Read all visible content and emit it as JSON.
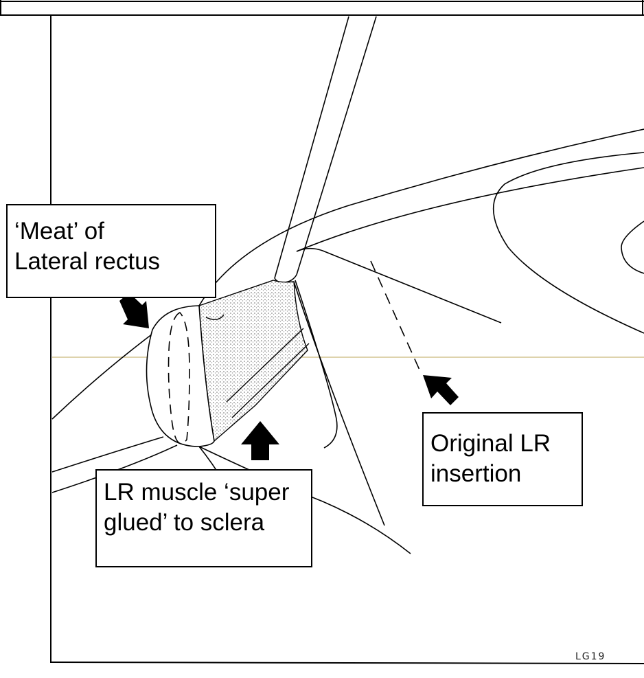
{
  "labels": {
    "meat": {
      "line1": "‘Meat’ of",
      "line2": "Lateral rectus"
    },
    "original": {
      "line1": "Original LR",
      "line2": "insertion"
    },
    "glued": {
      "line1": "LR muscle ‘super",
      "line2": "glued’ to sclera"
    }
  },
  "initials": "LG19",
  "colors": {
    "ink": "#000000",
    "guide_line": "#c9b97a",
    "stipple": "#8a8a8a"
  },
  "icons": [
    "arrow-down-right-icon",
    "arrow-up-icon",
    "arrow-up-left-icon"
  ]
}
